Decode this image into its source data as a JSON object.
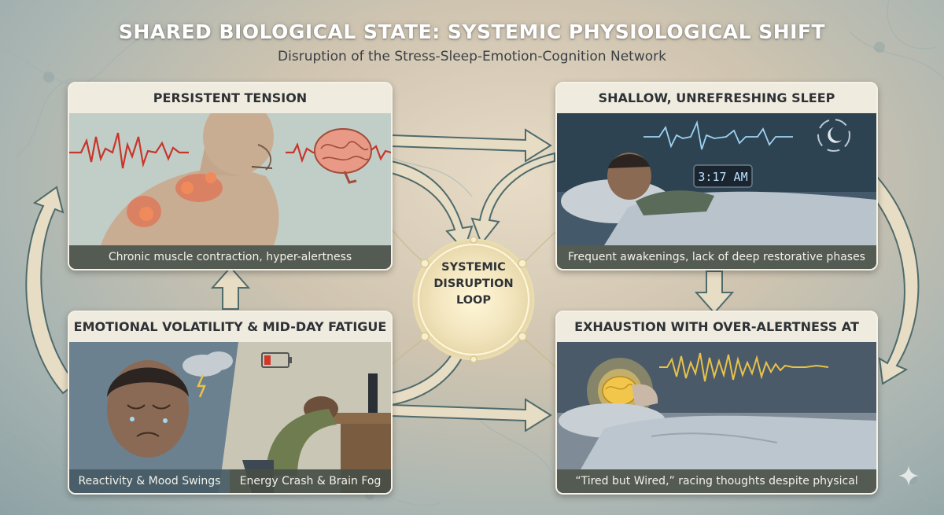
{
  "header": {
    "title": "SHARED BIOLOGICAL STATE: SYSTEMIC PHYSIOLOGICAL SHIFT",
    "subtitle": "Disruption of the Stress-Sleep-Emotion-Cognition Network"
  },
  "center": {
    "line1": "SYSTEMIC",
    "line2": "DISRUPTION",
    "line3": "LOOP"
  },
  "panels": {
    "tension": {
      "title": "PERSISTENT TENSION",
      "caption": "Chronic muscle contraction, hyper-alertness"
    },
    "sleep": {
      "title": "SHALLOW, UNREFRESHING SLEEP",
      "caption": "Frequent awakenings, lack of deep restorative phases",
      "clock": "3:17 AM"
    },
    "emotional": {
      "title": "EMOTIONAL VOLATILITY & MID-DAY FATIGUE",
      "caption_left": "Reactivity & Mood Swings",
      "caption_right": "Energy Crash & Brain Fog"
    },
    "exhaustion": {
      "title": "EXHAUSTION WITH OVER-ALERTNESS AT NIGHT",
      "caption": "“Tired but Wired,” racing thoughts despite physical fatigue"
    }
  },
  "colors": {
    "arrow_fill": "#e7dcc4",
    "arrow_stroke": "#4f6b6c",
    "caption_bg": "#464e46",
    "tension_wave": "#c8352a",
    "night_wave": "#e8c24a"
  }
}
